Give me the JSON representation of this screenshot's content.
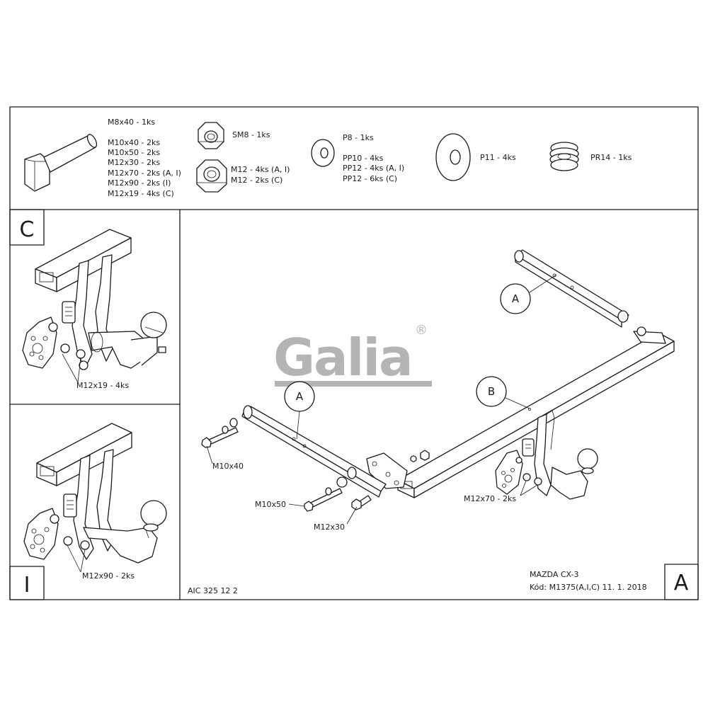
{
  "parts": {
    "bolt": {
      "icon": "hex-bolt-icon",
      "lines": [
        "M8x40 - 1ks",
        "M10x40 - 2ks",
        "M10x50 - 2ks",
        "M12x30 - 2ks",
        "M12x70 - 2ks (A, I)",
        "M12x90 - 2ks (I)",
        "M12x19 - 4ks (C)"
      ]
    },
    "nut_small": {
      "icon": "hex-nut-icon",
      "lines": [
        "SM8 - 1ks"
      ]
    },
    "nut_large": {
      "icon": "hex-nut-icon",
      "lines": [
        "M12 - 4ks (A, I)",
        "M12 - 2ks (C)"
      ]
    },
    "washer_small": {
      "icon": "washer-icon",
      "lines": [
        "P8 - 1ks",
        "PP10 - 4ks",
        "PP12 - 4ks (A, I)",
        "PP12 - 6ks (C)"
      ]
    },
    "washer_large": {
      "icon": "washer-icon",
      "lines": [
        "P11 - 4ks"
      ]
    },
    "spring_washer": {
      "icon": "spring-washer-icon",
      "lines": [
        "PR14 - 1ks"
      ]
    }
  },
  "panel_c": {
    "letter": "C",
    "bolt_label": "M12x19 - 4ks"
  },
  "panel_i": {
    "letter": "I",
    "bolt_label": "M12x90 - 2ks"
  },
  "main": {
    "letter": "A",
    "logo_text": "Galia",
    "logo_mark": "®",
    "callouts": {
      "a_top": "A",
      "a_left": "A",
      "b": "B"
    },
    "labels": {
      "m10x40": "M10x40",
      "m10x50": "M10x50",
      "m12x30": "M12x30",
      "m12x70": "M12x70 - 2ks"
    },
    "code": "AIC 325 12 2",
    "vehicle": "MAZDA CX-3",
    "kod": "Kód: M1375(A,I,C)  11. 1. 2018"
  },
  "colors": {
    "line": "#1a1a1a",
    "logo": "#b4b4b4",
    "paper": "#ffffff"
  }
}
